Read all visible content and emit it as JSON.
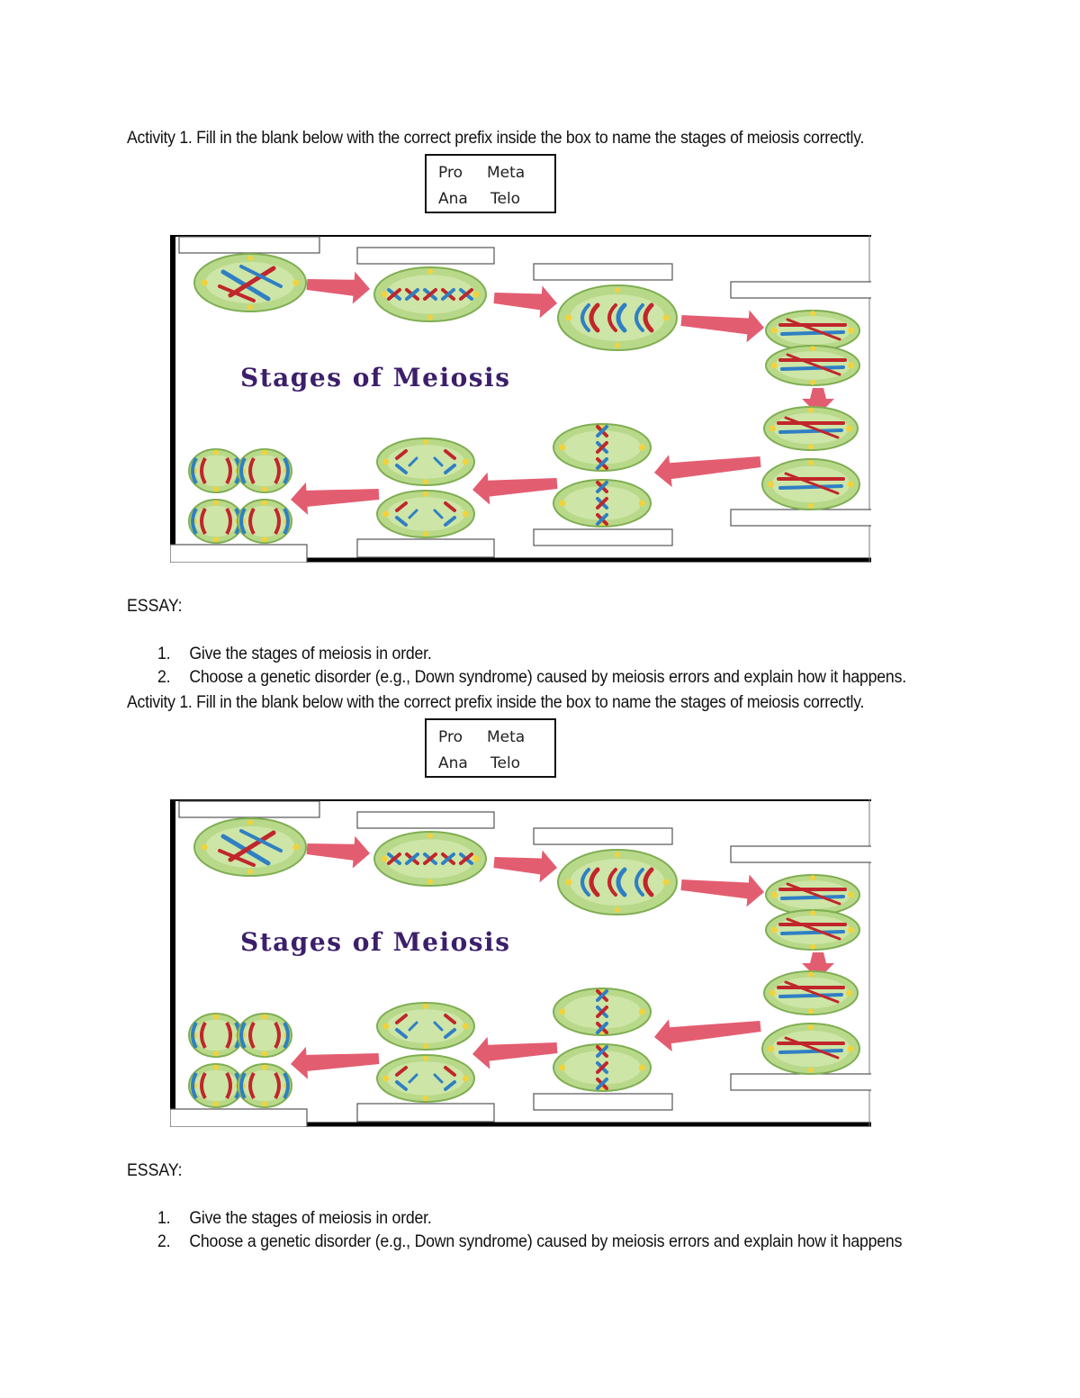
{
  "instruction": "Activity 1. Fill in the blank below with the correct prefix inside the box to name the stages of meiosis correctly.",
  "prefix_box": {
    "row1": [
      "Pro",
      "Meta"
    ],
    "row2": [
      "Ana",
      "Telo"
    ]
  },
  "diagram": {
    "title": "Stages of Meiosis",
    "colors": {
      "cell_fill": "#b9d98a",
      "cell_edge": "#7fae52",
      "chromosome_red": "#c0262b",
      "chromosome_blue": "#2f7fc4",
      "arrow": "#e04b62",
      "centrosome": "#f2d23c",
      "title": "#3c1f6b"
    }
  },
  "essay": {
    "label": "ESSAY:",
    "questions": [
      {
        "num": "1.",
        "text": "Give the stages of meiosis in order."
      },
      {
        "num": "2.",
        "text": "Choose a genetic disorder (e.g., Down syndrome) caused by meiosis errors and explain how it happens."
      }
    ],
    "questions_repeat": [
      {
        "num": "1.",
        "text": "Give the stages of meiosis in order."
      },
      {
        "num": "2.",
        "text": "Choose a genetic disorder (e.g., Down syndrome) caused by meiosis errors and explain how it happens"
      }
    ]
  }
}
